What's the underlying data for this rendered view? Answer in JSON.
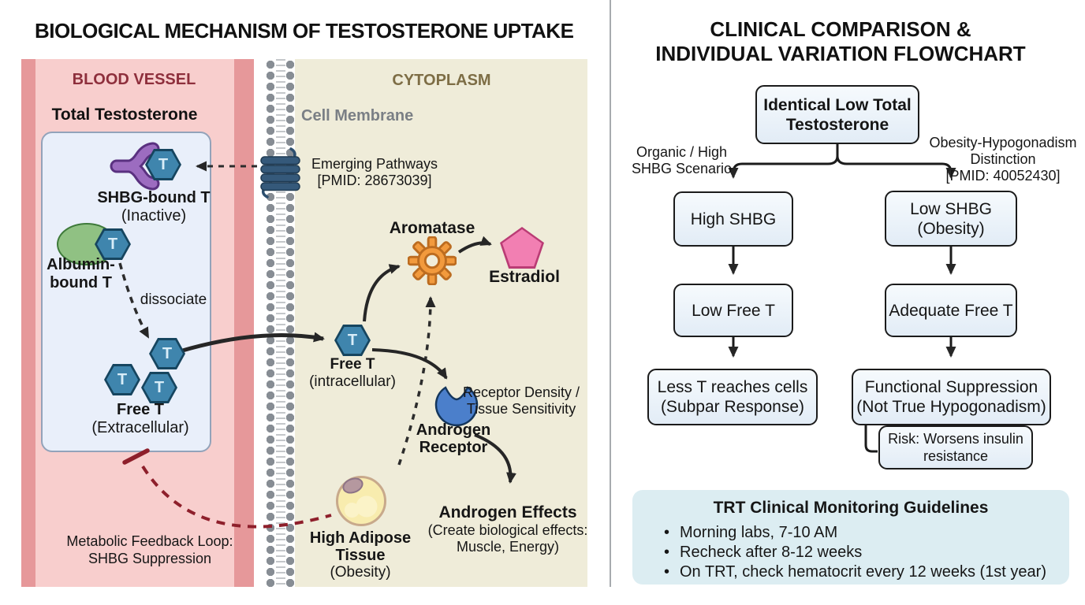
{
  "left_panel": {
    "title": "BIOLOGICAL MECHANISM OF TESTOSTERONE UPTAKE",
    "t_symbol": "T",
    "blood_vessel": {
      "label": "BLOOD VESSEL",
      "total_t_label": "Total Testosterone",
      "shbg_bound": {
        "label": "SHBG-bound T",
        "sub": "(Inactive)"
      },
      "albumin_bound": {
        "line1": "Albumin-",
        "line2": "bound T"
      },
      "dissociate_label": "dissociate",
      "free_t_extracellular": {
        "label": "Free T",
        "sub": "(Extracellular)"
      },
      "feedback_loop": {
        "line1": "Metabolic Feedback Loop:",
        "line2": "SHBG Suppression"
      }
    },
    "membrane": {
      "label": "Cell Membrane",
      "emerging_line1": "Emerging Pathways",
      "emerging_line2": "[PMID: 28673039]"
    },
    "cytoplasm": {
      "label": "CYTOPLASM",
      "aromatase_label": "Aromatase",
      "estradiol_label": "Estradiol",
      "free_t_intracellular": {
        "label": "Free T",
        "sub": "(intracellular)"
      },
      "receptor_density": {
        "line1": "Receptor Density /",
        "line2": "Tissue Sensitivity"
      },
      "androgen_receptor": {
        "line1": "Androgen",
        "line2": "Receptor"
      },
      "androgen_effects": {
        "line1": "Androgen Effects",
        "line2": "(Create biological effects:",
        "line3": "Muscle, Energy)"
      },
      "adipose": {
        "line1": "High Adipose",
        "line2": "Tissue",
        "line3": "(Obesity)"
      }
    },
    "legend_icons": {
      "testosterone": "blue-hexagon-t-icon",
      "shbg": "purple-shbg-protein-icon",
      "albumin": "green-albumin-ellipse-icon",
      "aromatase": "orange-gear-icon",
      "estradiol": "pink-pentagon-icon",
      "androgen_receptor": "blue-notched-receptor-icon",
      "adipose_cell": "yellow-adipocyte-icon",
      "transporter": "membrane-transporter-icon"
    }
  },
  "right_panel": {
    "title_line1": "CLINICAL COMPARISON &",
    "title_line2": "INDIVIDUAL VARIATION FLOWCHART",
    "flowchart": {
      "root": {
        "line1": "Identical Low Total",
        "line2": "Testosterone"
      },
      "left_branch_label": {
        "line1": "Organic / High",
        "line2": "SHBG Scenario"
      },
      "right_branch_label": {
        "line1": "Obesity-Hypogonadism",
        "line2": "Distinction",
        "line3": "[PMID: 40052430]"
      },
      "nodes": {
        "high_shbg": "High SHBG",
        "low_shbg_line1": "Low SHBG",
        "low_shbg_line2": "(Obesity)",
        "low_free_t": "Low Free T",
        "adequate_free_t": "Adequate Free T",
        "less_t_line1": "Less T reaches cells",
        "less_t_line2": "(Subpar Response)",
        "functional_line1": "Functional Suppression",
        "functional_line2": "(Not True Hypogonadism)",
        "risk_line1": "Risk: Worsens insulin",
        "risk_line2": "resistance"
      }
    },
    "guidelines": {
      "title": "TRT Clinical Monitoring Guidelines",
      "bullets": [
        "Morning labs, 7-10 AM",
        "Recheck after 8-12 weeks",
        "On TRT, check hematocrit every 12 weeks (1st year)"
      ]
    }
  },
  "colors": {
    "blood_vessel_fill": "#f8cecd",
    "blood_vessel_edge": "#e6989a",
    "blood_vessel_text": "#8e2f3c",
    "cytoplasm_fill": "#efecd9",
    "cytoplasm_text": "#7d6d45",
    "membrane_label_text": "#7a7f85",
    "testosterone_hex_fill": "#3f85ad",
    "shbg_purple": "#9c6cc0",
    "albumin_green": "#90c183",
    "aromatase_orange": "#f29a3d",
    "estradiol_pink": "#f27fb2",
    "receptor_blue": "#4b7fcb",
    "adipose_yellow": "#f8ecae",
    "feedback_red": "#8e1f2b",
    "flow_node_fill": "#e9f1fa",
    "guidelines_fill": "#dcedf2"
  }
}
